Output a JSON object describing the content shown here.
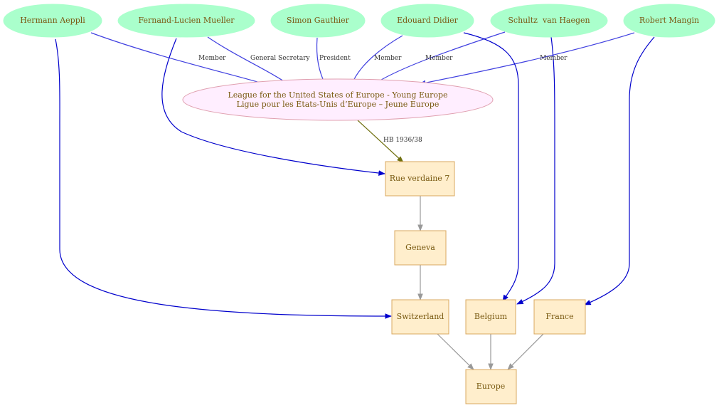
{
  "colors": {
    "member_edge": "#4040e0",
    "location_edge": "#0000cc",
    "org_place_edge": "#707010",
    "place_edge": "#999999",
    "person_fill": "#aaffcc",
    "org_fill": "#ffeeff",
    "org_stroke": "#e0a0b0",
    "place_fill": "#ffeecc",
    "place_stroke": "#d8a860",
    "node_text": "#7a5a12"
  },
  "nodes": {
    "aeppli": "Hermann Aeppli",
    "mueller": "Fernand-Lucien Mueller",
    "gauthier": "Simon Gauthier",
    "didier": "Edouard Didier",
    "haegen": "Schultz  van Haegen",
    "mangin": "Robert Mangin",
    "league_line1": "League for the United States of Europe - Young Europe",
    "league_line2": "Ligue pour les États-Unis d’Europe – Jeune Europe",
    "rue": "Rue verdaine 7",
    "geneva": "Geneva",
    "switzerland": "Switzerland",
    "belgium": "Belgium",
    "france": "France",
    "europe": "Europe"
  },
  "edge_labels": {
    "aeppli_league": "Member",
    "mueller_league": "General Secretary",
    "gauthier_league": "President",
    "didier_league": "Member",
    "haegen_league": "Member",
    "mangin_league": "Member",
    "league_rue": "HB 1936/38"
  }
}
